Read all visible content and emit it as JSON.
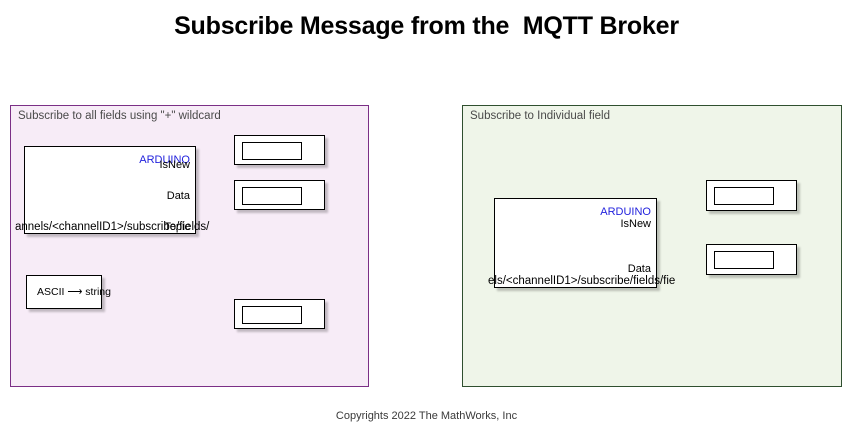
{
  "title": "Subscribe Message from the  MQTT Broker",
  "footer": "Copyrights 2022 The MathWorks, Inc",
  "panels": {
    "wildcard": {
      "title": "Subscribe to all fields using \"+\" wildcard",
      "background_color": "#f7ecf7",
      "border_color": "#7b2f86",
      "subscribe_block": {
        "brand": "ARDUINO",
        "ports": [
          "IsNew",
          "Data",
          "Topic"
        ],
        "topic_text": "annels/<channelID1>/subscribe/fields/"
      },
      "convert_block": {
        "label": "ASCII ⟶ string"
      },
      "displays": [
        {
          "name": "display-isnew",
          "value": ""
        },
        {
          "name": "display-data",
          "value": ""
        },
        {
          "name": "display-topic-string",
          "value": ""
        }
      ]
    },
    "individual": {
      "title": "Subscribe to Individual field",
      "background_color": "#eff5e9",
      "border_color": "#2f4f2f",
      "subscribe_block": {
        "brand": "ARDUINO",
        "ports": [
          "IsNew",
          "Data"
        ],
        "topic_text": "els/<channelID1>/subscribe/fields/fie"
      },
      "displays": [
        {
          "name": "display-isnew",
          "value": ""
        },
        {
          "name": "display-data",
          "value": ""
        }
      ]
    }
  },
  "colors": {
    "brand_text": "#2222dd",
    "canvas": "#ffffff",
    "block_border": "#000000"
  }
}
